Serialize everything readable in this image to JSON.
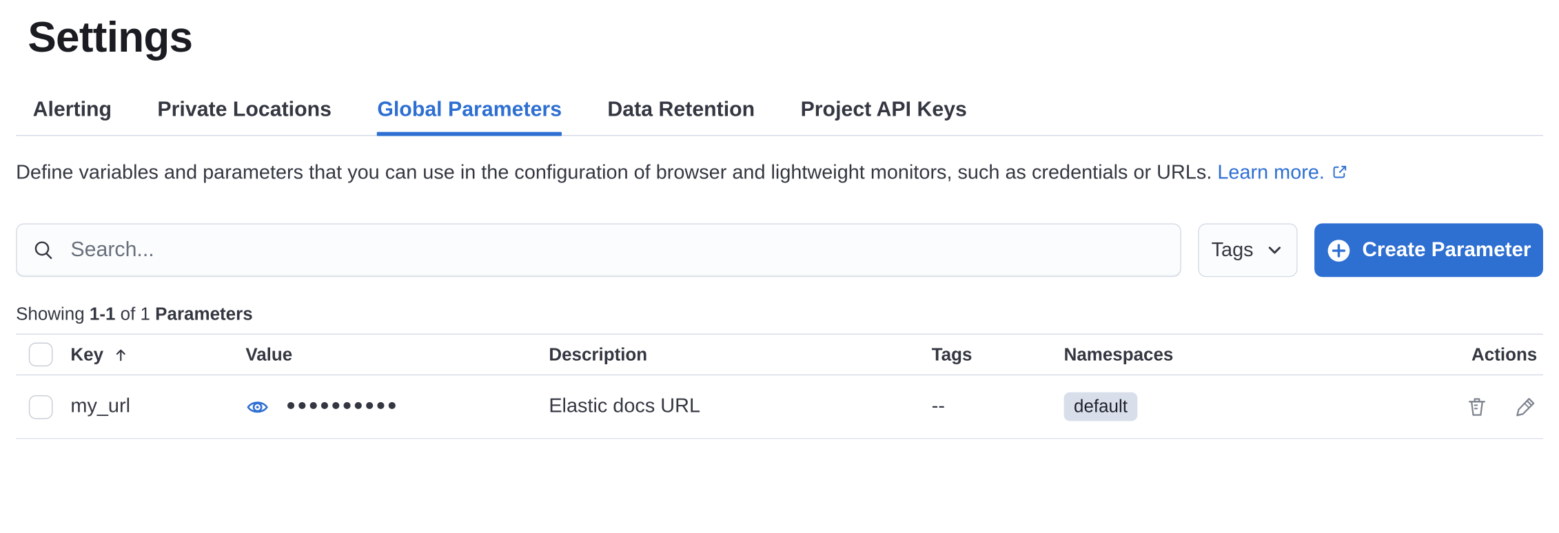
{
  "page": {
    "title": "Settings"
  },
  "tabs": [
    {
      "label": "Alerting",
      "selected": false
    },
    {
      "label": "Private Locations",
      "selected": false
    },
    {
      "label": "Global Parameters",
      "selected": true
    },
    {
      "label": "Data Retention",
      "selected": false
    },
    {
      "label": "Project API Keys",
      "selected": false
    }
  ],
  "description": {
    "text": "Define variables and parameters that you can use in the configuration of browser and lightweight monitors, such as credentials or URLs.",
    "link_label": "Learn more."
  },
  "toolbar": {
    "search_placeholder": "Search...",
    "search_value": "",
    "tags_label": "Tags",
    "create_label": "Create Parameter"
  },
  "summary": {
    "showing": "Showing",
    "range": "1-1",
    "of": "of 1",
    "noun": "Parameters"
  },
  "table": {
    "headers": {
      "key": "Key",
      "value": "Value",
      "description": "Description",
      "tags": "Tags",
      "namespaces": "Namespaces",
      "actions": "Actions"
    },
    "sort": {
      "column": "Key",
      "direction": "ascending"
    },
    "rows": [
      {
        "key": "my_url",
        "value_masked": "••••••••••",
        "description": "Elastic docs URL",
        "tags": "--",
        "namespaces": "default"
      }
    ]
  },
  "colors": {
    "primary_blue": "#2e6fd2",
    "text": "#343741",
    "title": "#1a1c21",
    "divider": "#d3dae6",
    "row_divider": "#dde3ec",
    "badge_bg": "#d9dfea",
    "action_icon_gray": "#7d838e",
    "form_bg": "#fbfcfd",
    "placeholder": "#69707d",
    "button_text": "#ffffff"
  }
}
